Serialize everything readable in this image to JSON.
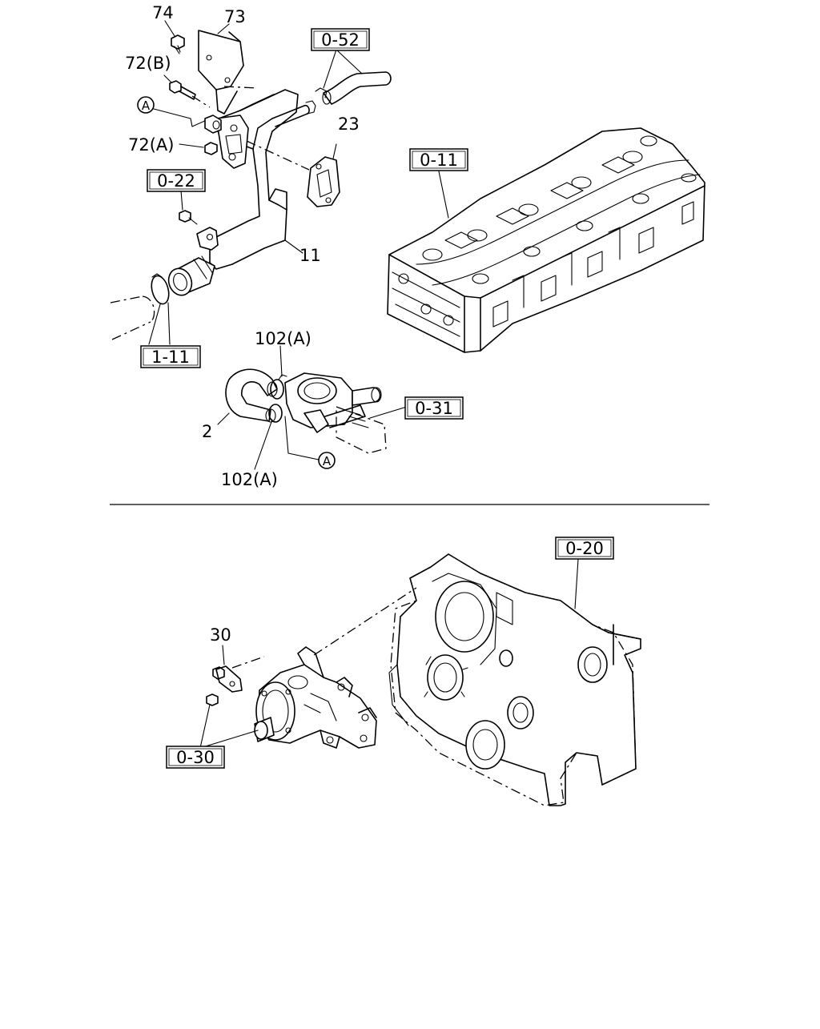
{
  "labels": {
    "p74": "74",
    "p73": "73",
    "p72b": "72(B)",
    "p72a": "72(A)",
    "p23": "23",
    "p11": "11",
    "p2": "2",
    "p102a_top": "102(A)",
    "p102a_bottom": "102(A)",
    "p30": "30"
  },
  "refs": {
    "r052": "0-52",
    "r011": "0-11",
    "r022": "0-22",
    "r111": "1-11",
    "r031": "0-31",
    "r020": "0-20",
    "r030": "0-30"
  },
  "markers": {
    "a_top": "A",
    "a_bottom": "A"
  }
}
